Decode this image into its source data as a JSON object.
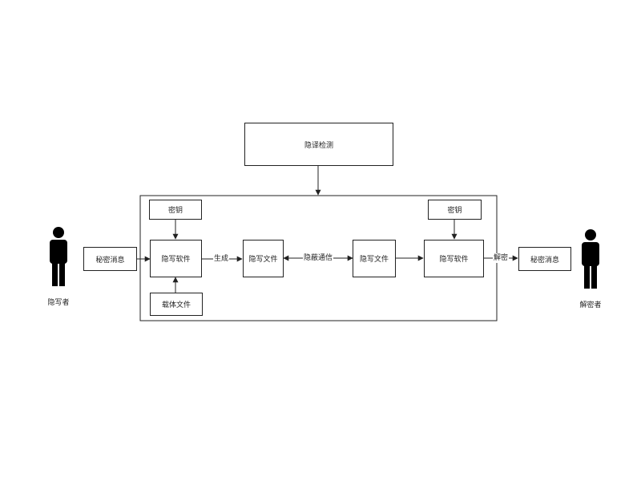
{
  "nodes": {
    "steganalysis": "隐译检测",
    "key_left": "密钥",
    "key_right": "密钥",
    "secret_left": "秘密消息",
    "secret_right": "秘密消息",
    "stego_software_left": "隐写软件",
    "stego_software_right": "隐写软件",
    "carrier_file": "载体文件",
    "stego_file_left": "隐写文件",
    "stego_file_right": "隐写文件"
  },
  "edges": {
    "generate": "生成",
    "covert_channel": "隐蔽通信",
    "decrypt": "解密"
  },
  "actors": {
    "left": "隐写者",
    "right": "解密者"
  }
}
